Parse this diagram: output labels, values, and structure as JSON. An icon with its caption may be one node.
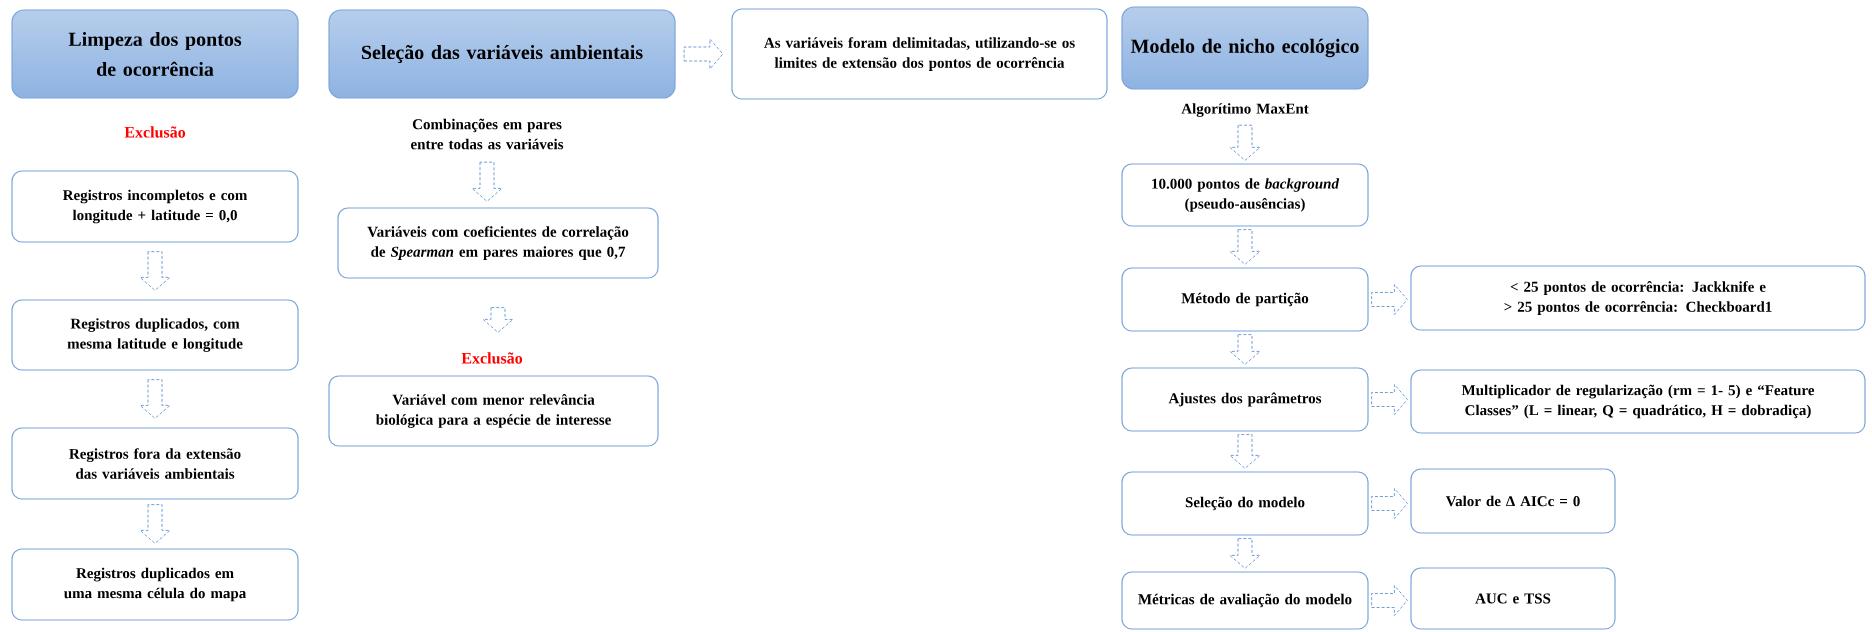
{
  "diagram": {
    "nodes": [
      {
        "text": [
          "Limpeza dos pontos de ocorrência"
        ]
      },
      {
        "text": [
          "Registros incompletos e com longitude + latitude = 0,0"
        ]
      },
      {
        "text": [
          "Registros duplicados, com mesma latitude e longitude"
        ]
      },
      {
        "text": [
          "Registros fora da extensão das variáveis ambientais"
        ]
      },
      {
        "text": [
          "Registros duplicados em uma mesma célula do mapa"
        ]
      },
      {
        "text": [
          "Seleção das variáveis ambientais"
        ]
      },
      {
        "text": [
          "Combinações em pares entre todas as variáveis"
        ]
      },
      {
        "text": [
          "Variáveis com coeficientes de correlação de *Spearman* em pares maiores que 0,7"
        ]
      },
      {
        "text": [
          "Variável com menor relevância biológica para a espécie de interesse"
        ]
      },
      {
        "text": [
          "As variáveis  foram delimitadas, utilizando-se os limites de extensão dos pontos de ocorrência"
        ]
      },
      {
        "text": [
          "Modelo de nicho ecológico"
        ]
      },
      {
        "text": [
          "Algorítimo MaxEnt"
        ]
      },
      {
        "text": [
          "10.000 pontos de *background* (pseudo-ausências)"
        ]
      },
      {
        "text": [
          "Método de partição"
        ]
      },
      {
        "text": [
          "< 25 pontos de ocorrência: Jackknife e > 25 pontos de ocorrência: Checkboard1"
        ]
      },
      {
        "text": [
          "Ajustes dos parâmetros"
        ]
      },
      {
        "text": [
          "Multiplicador de regularização (rm = 1- 5) e “Feature Classes” (L = linear, Q = quadrático, H = dobradiça)"
        ]
      },
      {
        "text": [
          "Seleção do modelo"
        ]
      },
      {
        "text": [
          "Valor de ∆ AICc = 0"
        ]
      },
      {
        "text": [
          "Métricas de avaliação do modelo"
        ]
      },
      {
        "text": [
          "AUC e TSS"
        ]
      }
    ],
    "edges": [
      {
        "from": 1,
        "to": 2,
        "arrow": "to"
      },
      {
        "from": 2,
        "to": 3,
        "arrow": "to"
      },
      {
        "from": 3,
        "to": 4,
        "arrow": "to"
      },
      {
        "from": 5,
        "to": 9,
        "arrow": "to"
      },
      {
        "from": 6,
        "to": 7,
        "arrow": "to"
      },
      {
        "from": 7,
        "to": 8,
        "arrow": "to"
      },
      {
        "from": 11,
        "to": 12,
        "arrow": "to"
      },
      {
        "from": 12,
        "to": 13,
        "arrow": "to"
      },
      {
        "from": 13,
        "to": 14,
        "arrow": "to"
      },
      {
        "from": 13,
        "to": 15,
        "arrow": "to"
      },
      {
        "from": 15,
        "to": 16,
        "arrow": "to"
      },
      {
        "from": 15,
        "to": 17,
        "arrow": "to"
      },
      {
        "from": 17,
        "to": 18,
        "arrow": "to"
      },
      {
        "from": 17,
        "to": 19,
        "arrow": "to"
      },
      {
        "from": 19,
        "to": 20,
        "arrow": "to"
      }
    ],
    "labels": [
      "Exclusão",
      "Exclusão"
    ]
  }
}
